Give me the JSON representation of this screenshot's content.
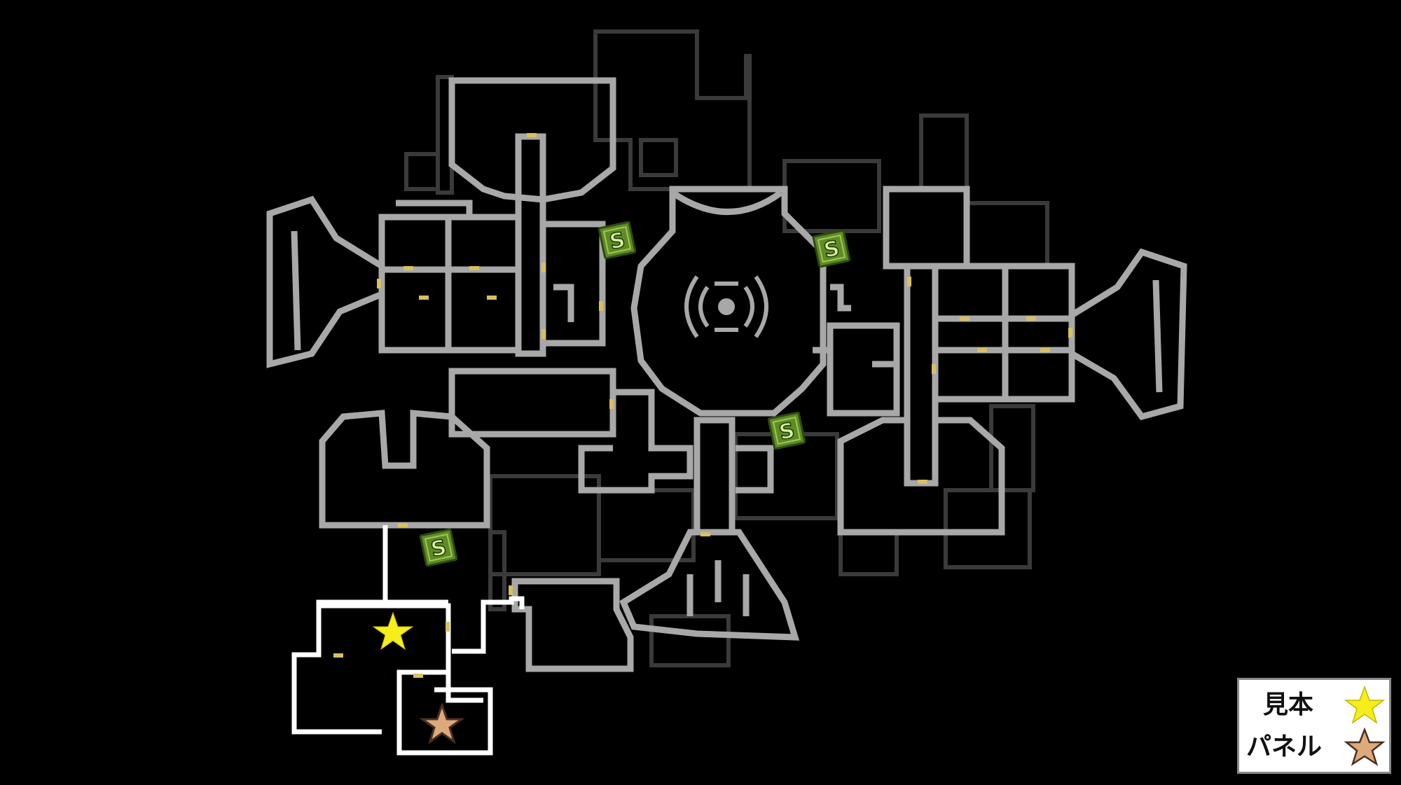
{
  "map": {
    "background": "#000000",
    "wall_color": "#a8a8a8",
    "route_color": "#ffffff",
    "door_color": "#d8c060",
    "save_icon": "save-s-icon",
    "save_color": "#6e9a2e",
    "markers": [
      {
        "name": "sample-star",
        "icon": "star-icon",
        "color": "#f6ee1c"
      },
      {
        "name": "panel-star",
        "icon": "star-icon",
        "color": "#dcaa7c"
      }
    ]
  },
  "legend": {
    "items": [
      {
        "label": "見本",
        "icon": "star-icon",
        "color": "#f6ee1c"
      },
      {
        "label": "パネル",
        "icon": "star-icon",
        "color": "#dcaa7c"
      }
    ]
  }
}
